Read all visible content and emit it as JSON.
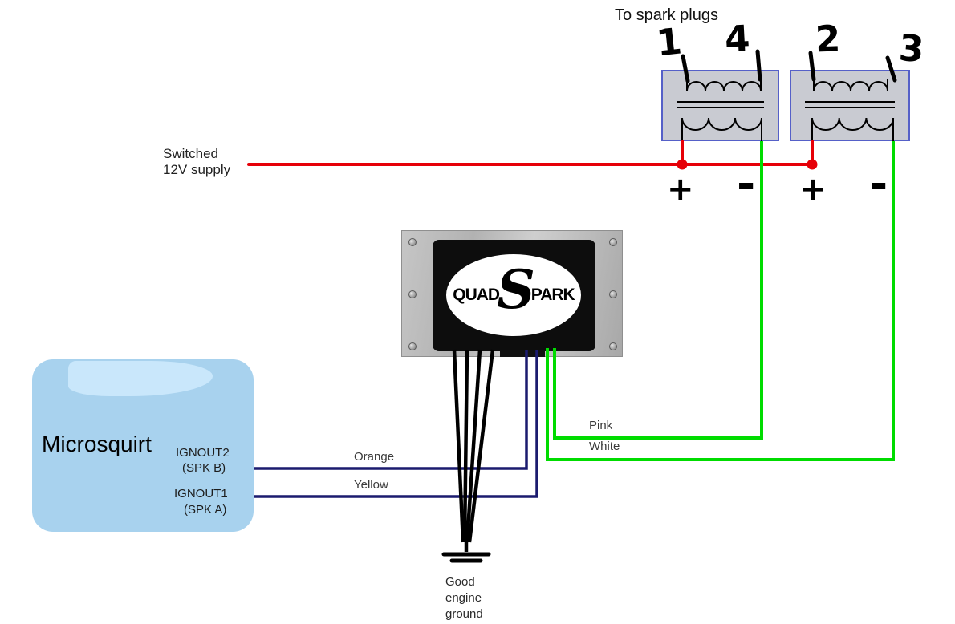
{
  "diagram": {
    "to_spark_plugs": "To spark plugs",
    "supply": {
      "line1": "Switched",
      "line2": "12V supply"
    },
    "wire_labels": {
      "pink": "Pink",
      "white": "White",
      "orange": "Orange",
      "yellow": "Yellow"
    },
    "ground": {
      "line1": "Good",
      "line2": "engine",
      "line3": "ground"
    }
  },
  "coils": {
    "numbers": [
      "1",
      "4",
      "2",
      "3"
    ],
    "terminals": [
      "+",
      "-",
      "+",
      "-"
    ]
  },
  "quadspark": {
    "word1": "QUAD",
    "letter_s": "S",
    "word2": "PARK"
  },
  "microsquirt": {
    "title": "Microsquirt",
    "outputs": [
      {
        "name": "IGNOUT2",
        "spk": "(SPK B)"
      },
      {
        "name": "IGNOUT1",
        "spk": "(SPK A)"
      }
    ]
  },
  "colors": {
    "wire_red": "#e60008",
    "wire_green": "#00dc00",
    "wire_navy": "#1b1b6f",
    "coil_fill": "#c9cbd2",
    "coil_border": "#5560c8",
    "microsquirt_fill": "#a8d2ee",
    "microsquirt_highlight": "#c9e7fb"
  }
}
